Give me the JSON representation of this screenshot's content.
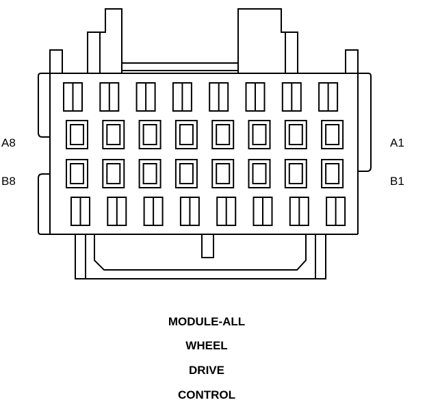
{
  "pin_labels": {
    "a8": "A8",
    "b8": "B8",
    "a1": "A1",
    "b1": "B1"
  },
  "caption": [
    "MODULE-ALL",
    "WHEEL",
    "DRIVE",
    "CONTROL"
  ],
  "colors": {
    "line": "#000000",
    "background": "#ffffff"
  }
}
